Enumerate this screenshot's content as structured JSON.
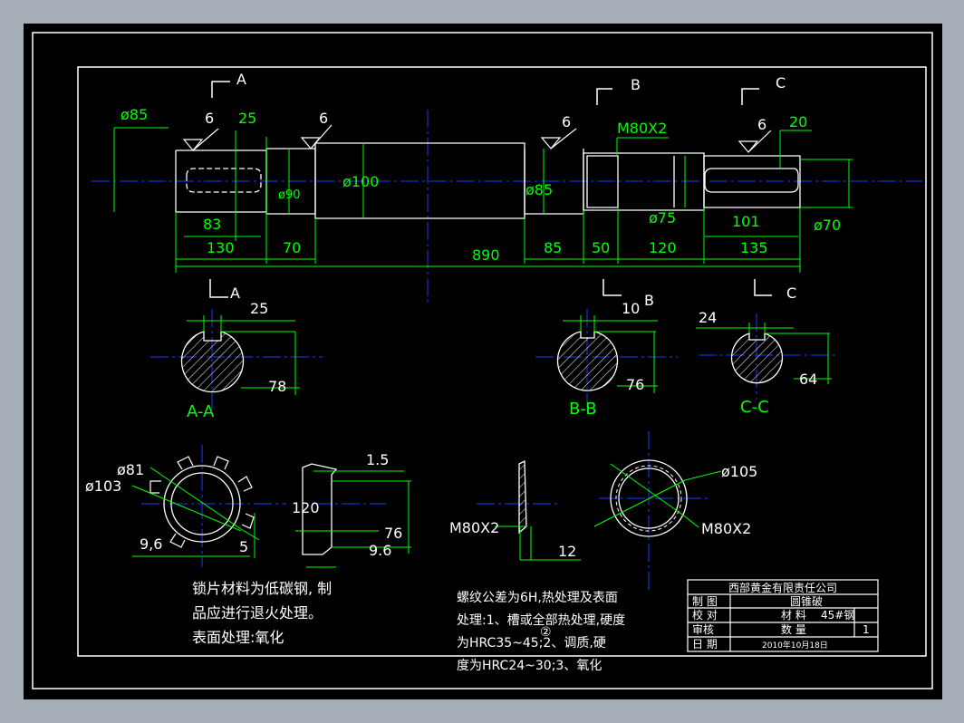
{
  "drawing": {
    "section_marks": {
      "a_top": "A",
      "b_top": "B",
      "c_top": "C",
      "a_bot": "A",
      "b_bot": "B",
      "c_bot": "C"
    },
    "diameters": {
      "d85_left": "ø85",
      "d90": "ø90",
      "d100": "ø100",
      "d85_mid": "ø85",
      "d75": "ø75",
      "d70": "ø70"
    },
    "thread_main": "M80X2",
    "roughness": {
      "r1": "6",
      "r2": "6",
      "r3": "6",
      "r4": "6"
    },
    "dims": {
      "d25": "25",
      "d83": "83",
      "d130": "130",
      "d70": "70",
      "d890": "890",
      "d85": "85",
      "d50": "50",
      "d120": "120",
      "d135": "135",
      "d101": "101",
      "d20": "20"
    },
    "sections": {
      "aa": {
        "label": "A-A",
        "width": "25",
        "depth": "78"
      },
      "bb": {
        "label": "B-B",
        "width": "10",
        "depth": "76"
      },
      "cc": {
        "label": "C-C",
        "width": "24",
        "depth": "64"
      }
    },
    "washer": {
      "d81": "ø81",
      "d103": "ø103",
      "d9_6": "9,6",
      "d5": "5",
      "d1_5": "1.5",
      "d120": "120",
      "d76": "76",
      "d9_6b": "9.6"
    },
    "nut": {
      "thread_side": "M80X2",
      "d12": "12",
      "d105": "ø105",
      "thread_front": "M80X2"
    }
  },
  "notes": {
    "left": [
      "锁片材料为低碳钢, 制",
      "品应进行退火处理。",
      "表面处理:氧化"
    ],
    "right": [
      "螺纹公差为6H,热处理及表面",
      "处理:1、槽或全部热处理,硬度",
      "为HRC35~45;2、调质,硬",
      "度为HRC24~30;3、氧化"
    ],
    "circled_two": "②"
  },
  "title_block": {
    "company": "西部黄金有限责任公司",
    "draw": "制 图",
    "check": "校 对",
    "review": "审核",
    "date_label": "日 期",
    "part_name": "圆锥破",
    "material_label": "材 料",
    "material": "45#钢",
    "quantity_label": "数 量",
    "quantity": "1",
    "date": "2010年10月18日"
  }
}
